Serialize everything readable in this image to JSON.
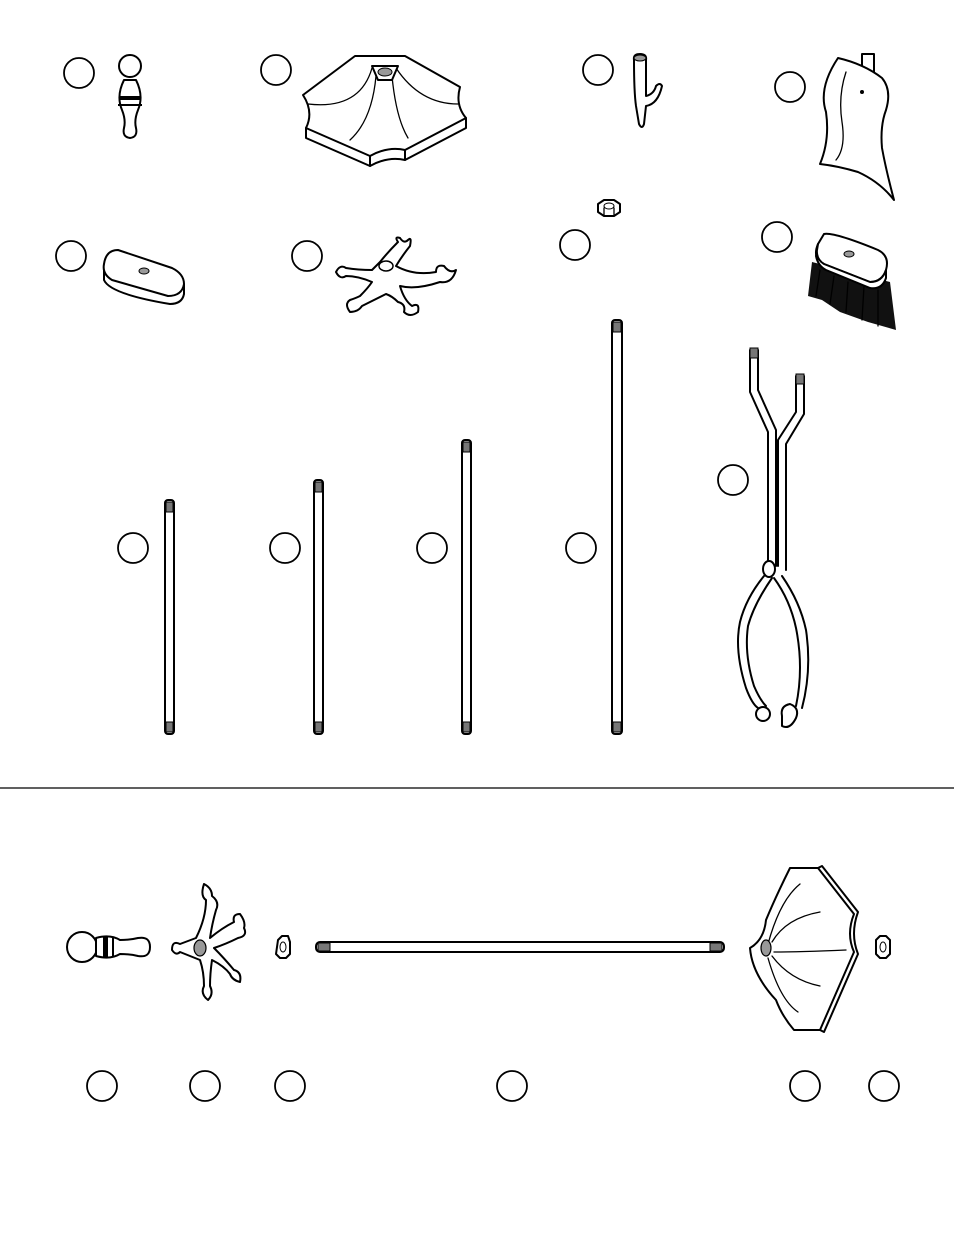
{
  "figure": {
    "section_parts_label": "",
    "section_assembly_label": ""
  },
  "parts": [
    {
      "id": "handle-knob",
      "callout": ""
    },
    {
      "id": "base-plate",
      "callout": ""
    },
    {
      "id": "hook",
      "callout": ""
    },
    {
      "id": "shovel",
      "callout": ""
    },
    {
      "id": "brush-block",
      "callout": ""
    },
    {
      "id": "tool-holder-star",
      "callout": ""
    },
    {
      "id": "hex-nut",
      "callout": ""
    },
    {
      "id": "brush",
      "callout": ""
    },
    {
      "id": "rod-shortest",
      "callout": ""
    },
    {
      "id": "rod-short",
      "callout": ""
    },
    {
      "id": "rod-medium",
      "callout": ""
    },
    {
      "id": "rod-long",
      "callout": ""
    },
    {
      "id": "tongs",
      "callout": ""
    }
  ],
  "assembly": [
    {
      "id": "assembly-knob",
      "callout": ""
    },
    {
      "id": "assembly-star",
      "callout": ""
    },
    {
      "id": "assembly-nut-upper",
      "callout": ""
    },
    {
      "id": "assembly-rod",
      "callout": ""
    },
    {
      "id": "assembly-base",
      "callout": ""
    },
    {
      "id": "assembly-nut-lower",
      "callout": ""
    }
  ],
  "colors": {
    "line": "#000000",
    "background": "#ffffff",
    "thread": "#777777"
  }
}
